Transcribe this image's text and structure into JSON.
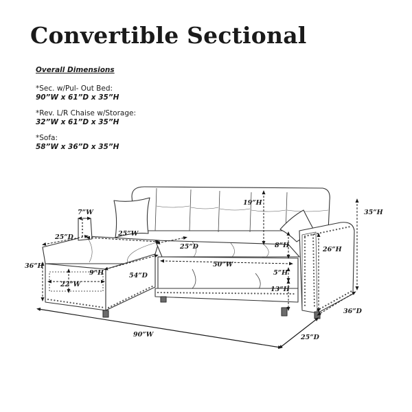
{
  "title": "Convertible Sectional",
  "overall": {
    "heading": "Overall Dimensions",
    "items": [
      {
        "name": "*Sec. w/Pul- Out Bed:",
        "dims": "90”W x 61”D x 35”H"
      },
      {
        "name": "*Rev. L/R Chaise w/Storage:",
        "dims": "32”W x 61”D x 35”H"
      },
      {
        "name": "*Sofa:",
        "dims": "58”W x 36”D x 35”H"
      }
    ]
  },
  "dimension_labels": {
    "arm_width": "7”W",
    "chaise_depth": "25”D",
    "chaise_cushion_width": "25”W",
    "seat_depth": "25”D",
    "chaise_height": "36”H",
    "storage_inner_height": "9”H",
    "storage_inner_width": "22”W",
    "chaise_length": "54”D",
    "back_height": "19”H",
    "arm_height": "8”H",
    "pullout_width": "50”W",
    "gap_height": "5”H",
    "leg_to_bed_height": "13”H",
    "side_arm_height": "26”H",
    "total_height": "35”H",
    "side_depth": "36”D",
    "total_width": "90”W",
    "bottom_depth": "25”D"
  }
}
